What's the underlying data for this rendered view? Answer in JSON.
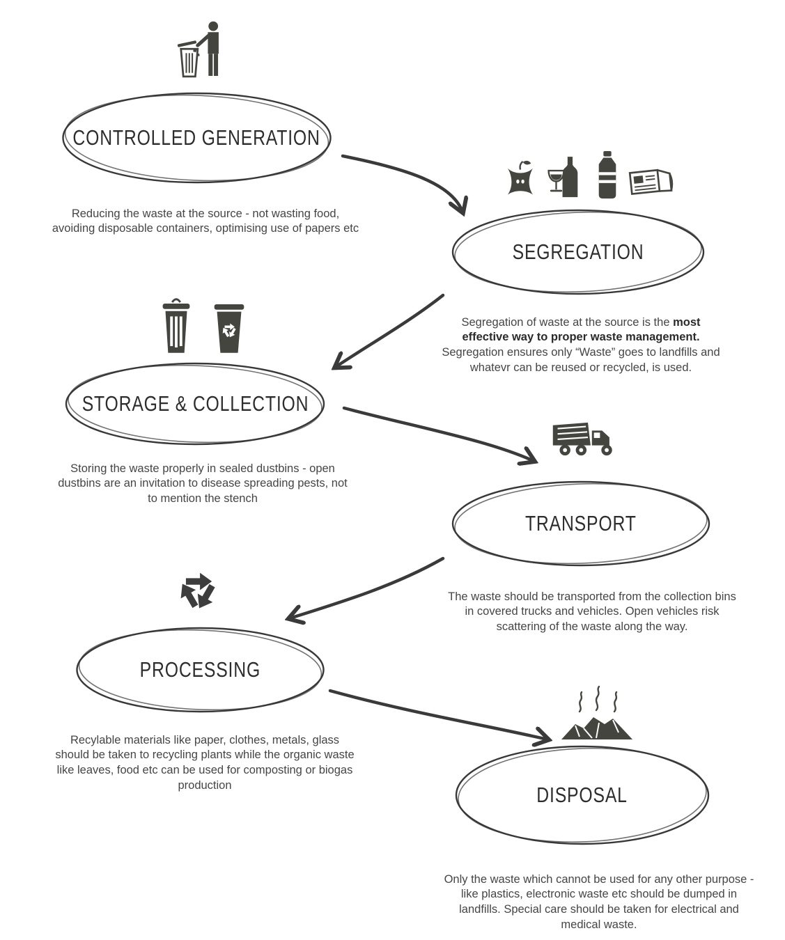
{
  "page": {
    "background": "#ffffff",
    "ink_color": "#45453f",
    "outline_color": "#383838"
  },
  "stages": [
    {
      "id": "controlled-generation",
      "title": "CONTROLLED GENERATION",
      "description": "Reducing the waste at the source - not wasting food, avoiding disposable containers, optimising use of papers etc",
      "icons": [
        "person-throwing-trash-icon"
      ]
    },
    {
      "id": "segregation",
      "title": "SEGREGATION",
      "desc_pre": "Segregation of waste at the source is the ",
      "desc_bold": "most effective way to proper waste management.",
      "desc_post": " Segregation ensures only “Waste” goes to landfills and whatevr can be reused or recycled, is used.",
      "icons": [
        "apple-core-icon",
        "wine-bottle-glass-icon",
        "water-bottle-icon",
        "newspaper-icon"
      ]
    },
    {
      "id": "storage-collection",
      "title": "STORAGE & COLLECTION",
      "description": "Storing the waste properly in sealed dustbins - open dustbins are an invitation to disease spreading pests, not to mention the stench",
      "icons": [
        "dustbin-icon",
        "recycle-bin-icon"
      ]
    },
    {
      "id": "transport",
      "title": "TRANSPORT",
      "description": "The waste should be transported from the collection bins in covered trucks and vehicles. Open vehicles risk scattering of the waste along the way.",
      "icons": [
        "garbage-truck-icon"
      ]
    },
    {
      "id": "processing",
      "title": "PROCESSING",
      "description": "Recylable materials like paper, clothes, metals, glass should be taken to recycling plants while the organic waste like leaves, food etc can be used for composting or biogas production",
      "icons": [
        "recycle-symbol-icon"
      ]
    },
    {
      "id": "disposal",
      "title": "DISPOSAL",
      "description": "Only the waste which cannot be used for any other purpose - like plastics, electronic waste etc should be dumped in landfills. Special care should be taken for electrical and medical waste.",
      "icons": [
        "landfill-smoke-icon"
      ]
    }
  ]
}
